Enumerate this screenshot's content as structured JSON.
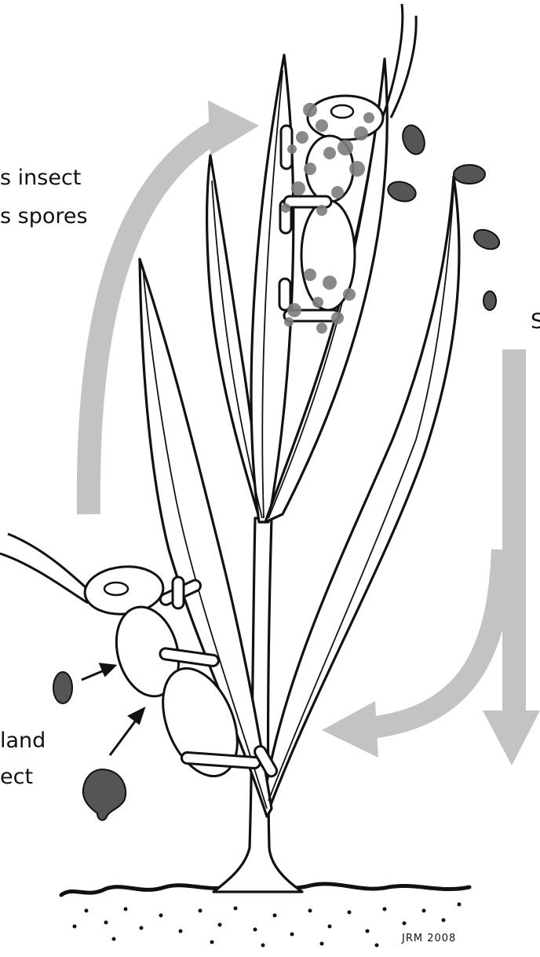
{
  "labels": {
    "top_left_line1": "s insect",
    "top_left_line2": "s spores",
    "right_cut": "S",
    "bottom_left_line1": "land",
    "bottom_left_line2": "ect"
  },
  "signature": "JRM 2008",
  "colors": {
    "ink": "#111111",
    "arrow_gray": "#c3c3c3",
    "spore": "#555555",
    "fungus": "#7d7d7d"
  }
}
